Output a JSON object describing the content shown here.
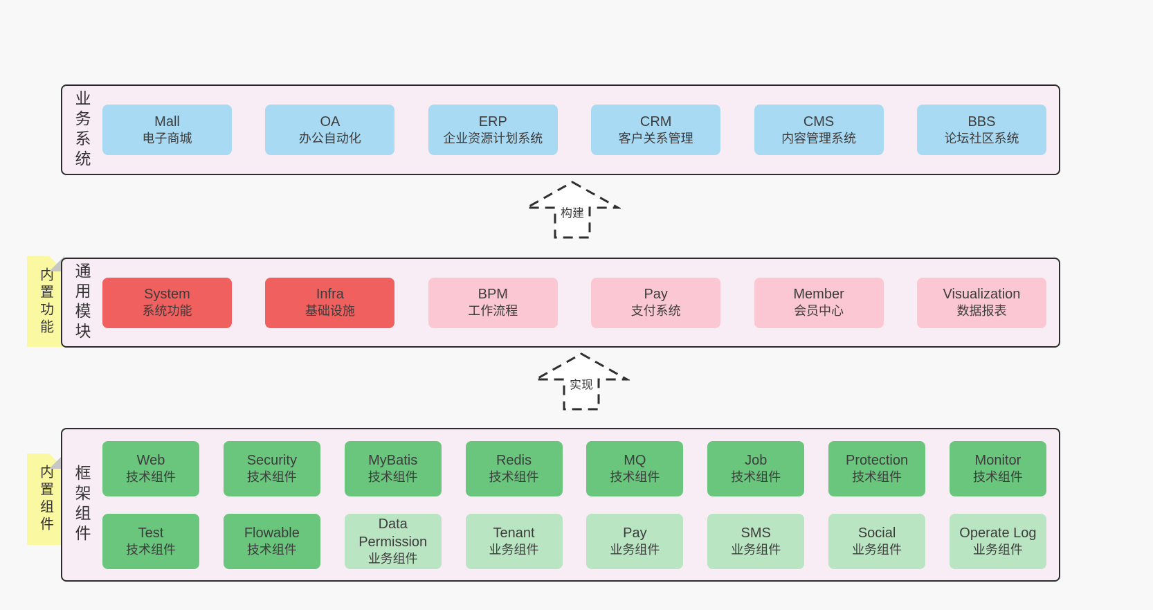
{
  "diagram": {
    "language": "zh-CN",
    "description": "layered architecture diagram: business systems built from common modules implemented by framework components"
  },
  "colors": {
    "page_background": "#f8f8f8",
    "container_fill": "#f9edf5",
    "container_border": "#2b2b2b",
    "business_box": "#a9daf4",
    "core_module_box": "#f0605e",
    "optional_module_box": "#fbc7d2",
    "tech_component_box": "#6ac57d",
    "biz_component_box": "#bae5c2",
    "sticky_note": "#fbf8a2",
    "sticky_fold": "#c6c6c6"
  },
  "sections": [
    {
      "label": "业务系统",
      "note": null,
      "rows": [
        [
          {
            "title": "Mall",
            "subtitle": "电子商城",
            "variant": "blue"
          },
          {
            "title": "OA",
            "subtitle": "办公自动化",
            "variant": "blue"
          },
          {
            "title": "ERP",
            "subtitle": "企业资源计划系统",
            "variant": "blue"
          },
          {
            "title": "CRM",
            "subtitle": "客户关系管理",
            "variant": "blue"
          },
          {
            "title": "CMS",
            "subtitle": "内容管理系统",
            "variant": "blue"
          },
          {
            "title": "BBS",
            "subtitle": "论坛社区系统",
            "variant": "blue"
          }
        ]
      ]
    },
    {
      "label": "通用模块",
      "note": "内置功能",
      "rows": [
        [
          {
            "title": "System",
            "subtitle": "系统功能",
            "variant": "red"
          },
          {
            "title": "Infra",
            "subtitle": "基础设施",
            "variant": "red"
          },
          {
            "title": "BPM",
            "subtitle": "工作流程",
            "variant": "pink"
          },
          {
            "title": "Pay",
            "subtitle": "支付系统",
            "variant": "pink"
          },
          {
            "title": "Member",
            "subtitle": "会员中心",
            "variant": "pink"
          },
          {
            "title": "Visualization",
            "subtitle": "数据报表",
            "variant": "pink"
          }
        ]
      ]
    },
    {
      "label": "框架组件",
      "note": "内置组件",
      "rows": [
        [
          {
            "title": "Web",
            "subtitle": "技术组件",
            "variant": "green"
          },
          {
            "title": "Security",
            "subtitle": "技术组件",
            "variant": "green"
          },
          {
            "title": "MyBatis",
            "subtitle": "技术组件",
            "variant": "green"
          },
          {
            "title": "Redis",
            "subtitle": "技术组件",
            "variant": "green"
          },
          {
            "title": "MQ",
            "subtitle": "技术组件",
            "variant": "green"
          },
          {
            "title": "Job",
            "subtitle": "技术组件",
            "variant": "green"
          },
          {
            "title": "Protection",
            "subtitle": "技术组件",
            "variant": "green"
          },
          {
            "title": "Monitor",
            "subtitle": "技术组件",
            "variant": "green"
          }
        ],
        [
          {
            "title": "Test",
            "subtitle": "技术组件",
            "variant": "green"
          },
          {
            "title": "Flowable",
            "subtitle": "技术组件",
            "variant": "green"
          },
          {
            "title": "Data Permission",
            "subtitle": "业务组件",
            "variant": "lightgreen"
          },
          {
            "title": "Tenant",
            "subtitle": "业务组件",
            "variant": "lightgreen"
          },
          {
            "title": "Pay",
            "subtitle": "业务组件",
            "variant": "lightgreen"
          },
          {
            "title": "SMS",
            "subtitle": "业务组件",
            "variant": "lightgreen"
          },
          {
            "title": "Social",
            "subtitle": "业务组件",
            "variant": "lightgreen"
          },
          {
            "title": "Operate Log",
            "subtitle": "业务组件",
            "variant": "lightgreen"
          }
        ]
      ]
    }
  ],
  "arrows": [
    {
      "label": "构建"
    },
    {
      "label": "实现"
    }
  ]
}
